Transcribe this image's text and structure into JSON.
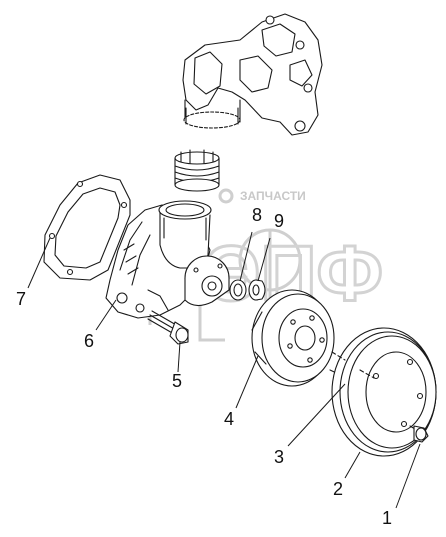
{
  "watermark": {
    "top_text": "ЗАПЧАСТИ",
    "big_text": "ЭПФ",
    "color": "#c8c8c8"
  },
  "callouts": [
    {
      "id": "1",
      "label": "1"
    },
    {
      "id": "2",
      "label": "2"
    },
    {
      "id": "3",
      "label": "3"
    },
    {
      "id": "4",
      "label": "4"
    },
    {
      "id": "5",
      "label": "5"
    },
    {
      "id": "6",
      "label": "6"
    },
    {
      "id": "7",
      "label": "7"
    },
    {
      "id": "8",
      "label": "8"
    },
    {
      "id": "9",
      "label": "9"
    }
  ],
  "line_color": "#1a1a1a"
}
